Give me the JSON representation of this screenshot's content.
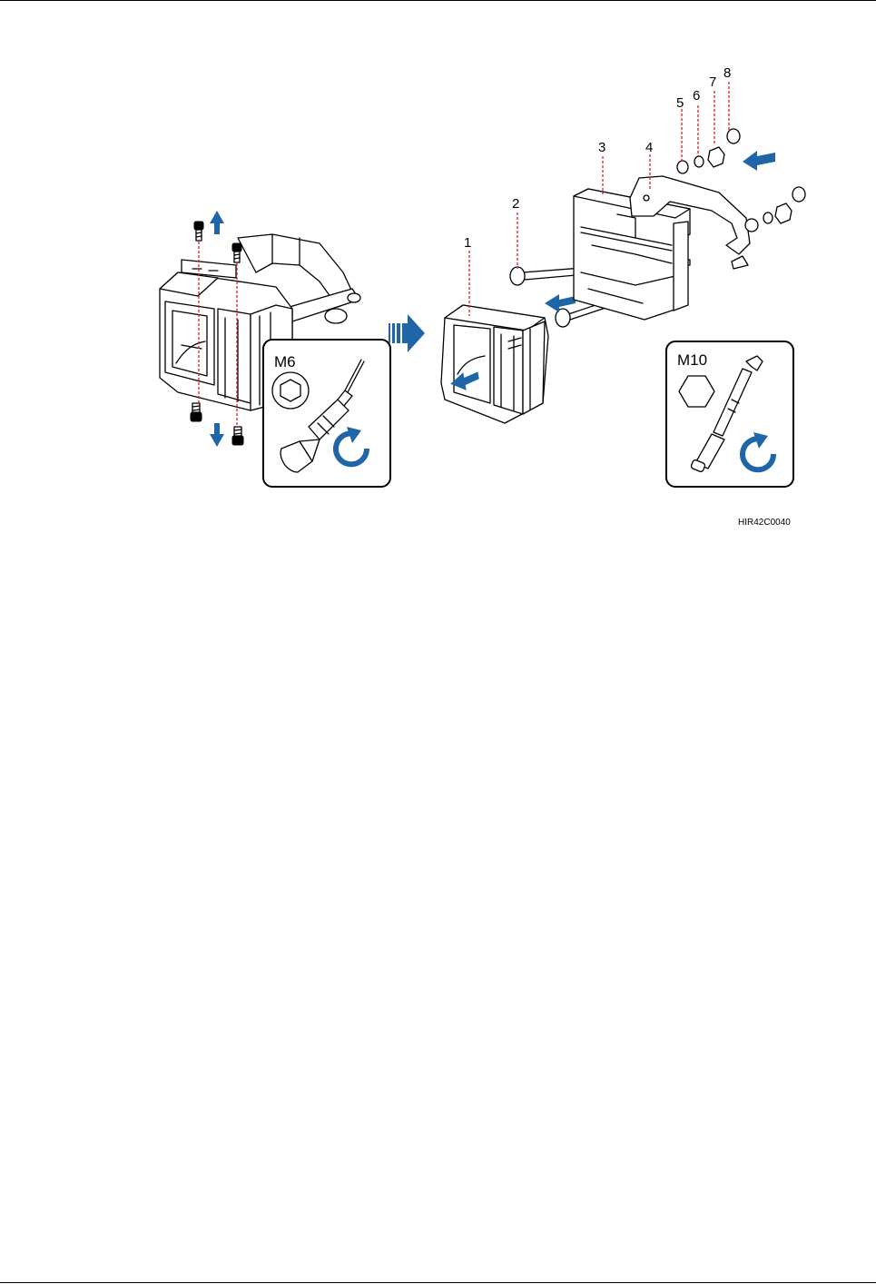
{
  "callouts": [
    "1",
    "2",
    "3",
    "4",
    "5",
    "6",
    "7",
    "8"
  ],
  "tools": {
    "screwdriver_size": "M6",
    "wrench_size": "M10"
  },
  "figure_id": "HIR42C0040",
  "colors": {
    "arrow": "#1f66a8",
    "leader": "#e02020"
  }
}
